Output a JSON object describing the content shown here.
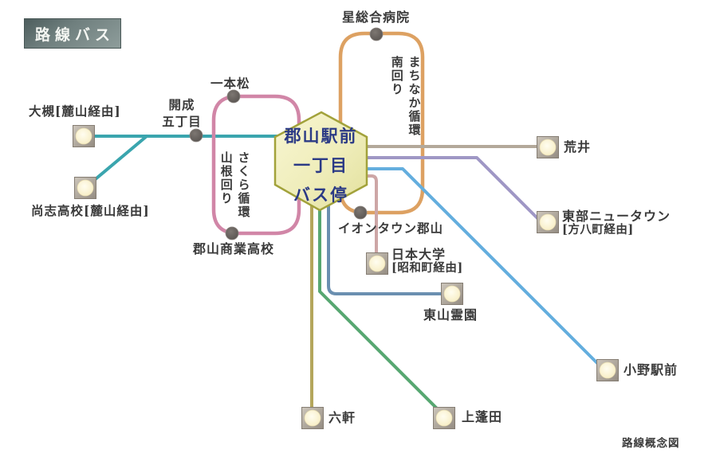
{
  "badge": {
    "label": "路線バス"
  },
  "hub": {
    "line1": "郡山駅前",
    "line2": "一丁目",
    "line3": "バス停"
  },
  "loops": {
    "machinaka": {
      "name_line1": "まちなか循環",
      "name_line2": "南回り"
    },
    "sakura": {
      "name_line1": "さくら循環",
      "name_line2": "山根回り"
    }
  },
  "stations": {
    "hoshi_hospital": {
      "label": "星総合病院"
    },
    "ipponmatsu": {
      "label": "一本松"
    },
    "kaisei": {
      "line1": "開成",
      "line2": "五丁目"
    },
    "otsuki": {
      "label": "大槻[麓山経由]"
    },
    "shoshi_hs": {
      "label": "尚志高校[麓山経由]"
    },
    "koriyama_shogyo_hs": {
      "label": "郡山商業高校"
    },
    "aeon_town": {
      "label": "イオンタウン郡山"
    },
    "arai": {
      "label": "荒井"
    },
    "tobu_newtown": {
      "line1": "東部ニュータウン",
      "line2": "[方八町経由]"
    },
    "nihon_univ": {
      "line1": "日本大学",
      "line2": "[昭和町経由]"
    },
    "higashiyama": {
      "label": "東山霊園"
    },
    "ono_ekimae": {
      "label": "小野駅前"
    },
    "rokken": {
      "label": "六軒"
    },
    "kamiyomogida": {
      "label": "上蓬田"
    }
  },
  "footer": {
    "note": "路線概念図"
  },
  "colors": {
    "teal": "#3aa5ae",
    "pink": "#d186a7",
    "orange": "#dda162",
    "tan": "#b3a99a",
    "purple": "#9f97c5",
    "sky_blue": "#64aede",
    "steel_blue": "#6a8fb0",
    "green": "#57a771",
    "olive": "#b4a65c",
    "rosy": "#cda6a6",
    "hub_border": "#a2a23b",
    "hub_text": "#2b3a85",
    "label_text": "#3a3a3a"
  }
}
